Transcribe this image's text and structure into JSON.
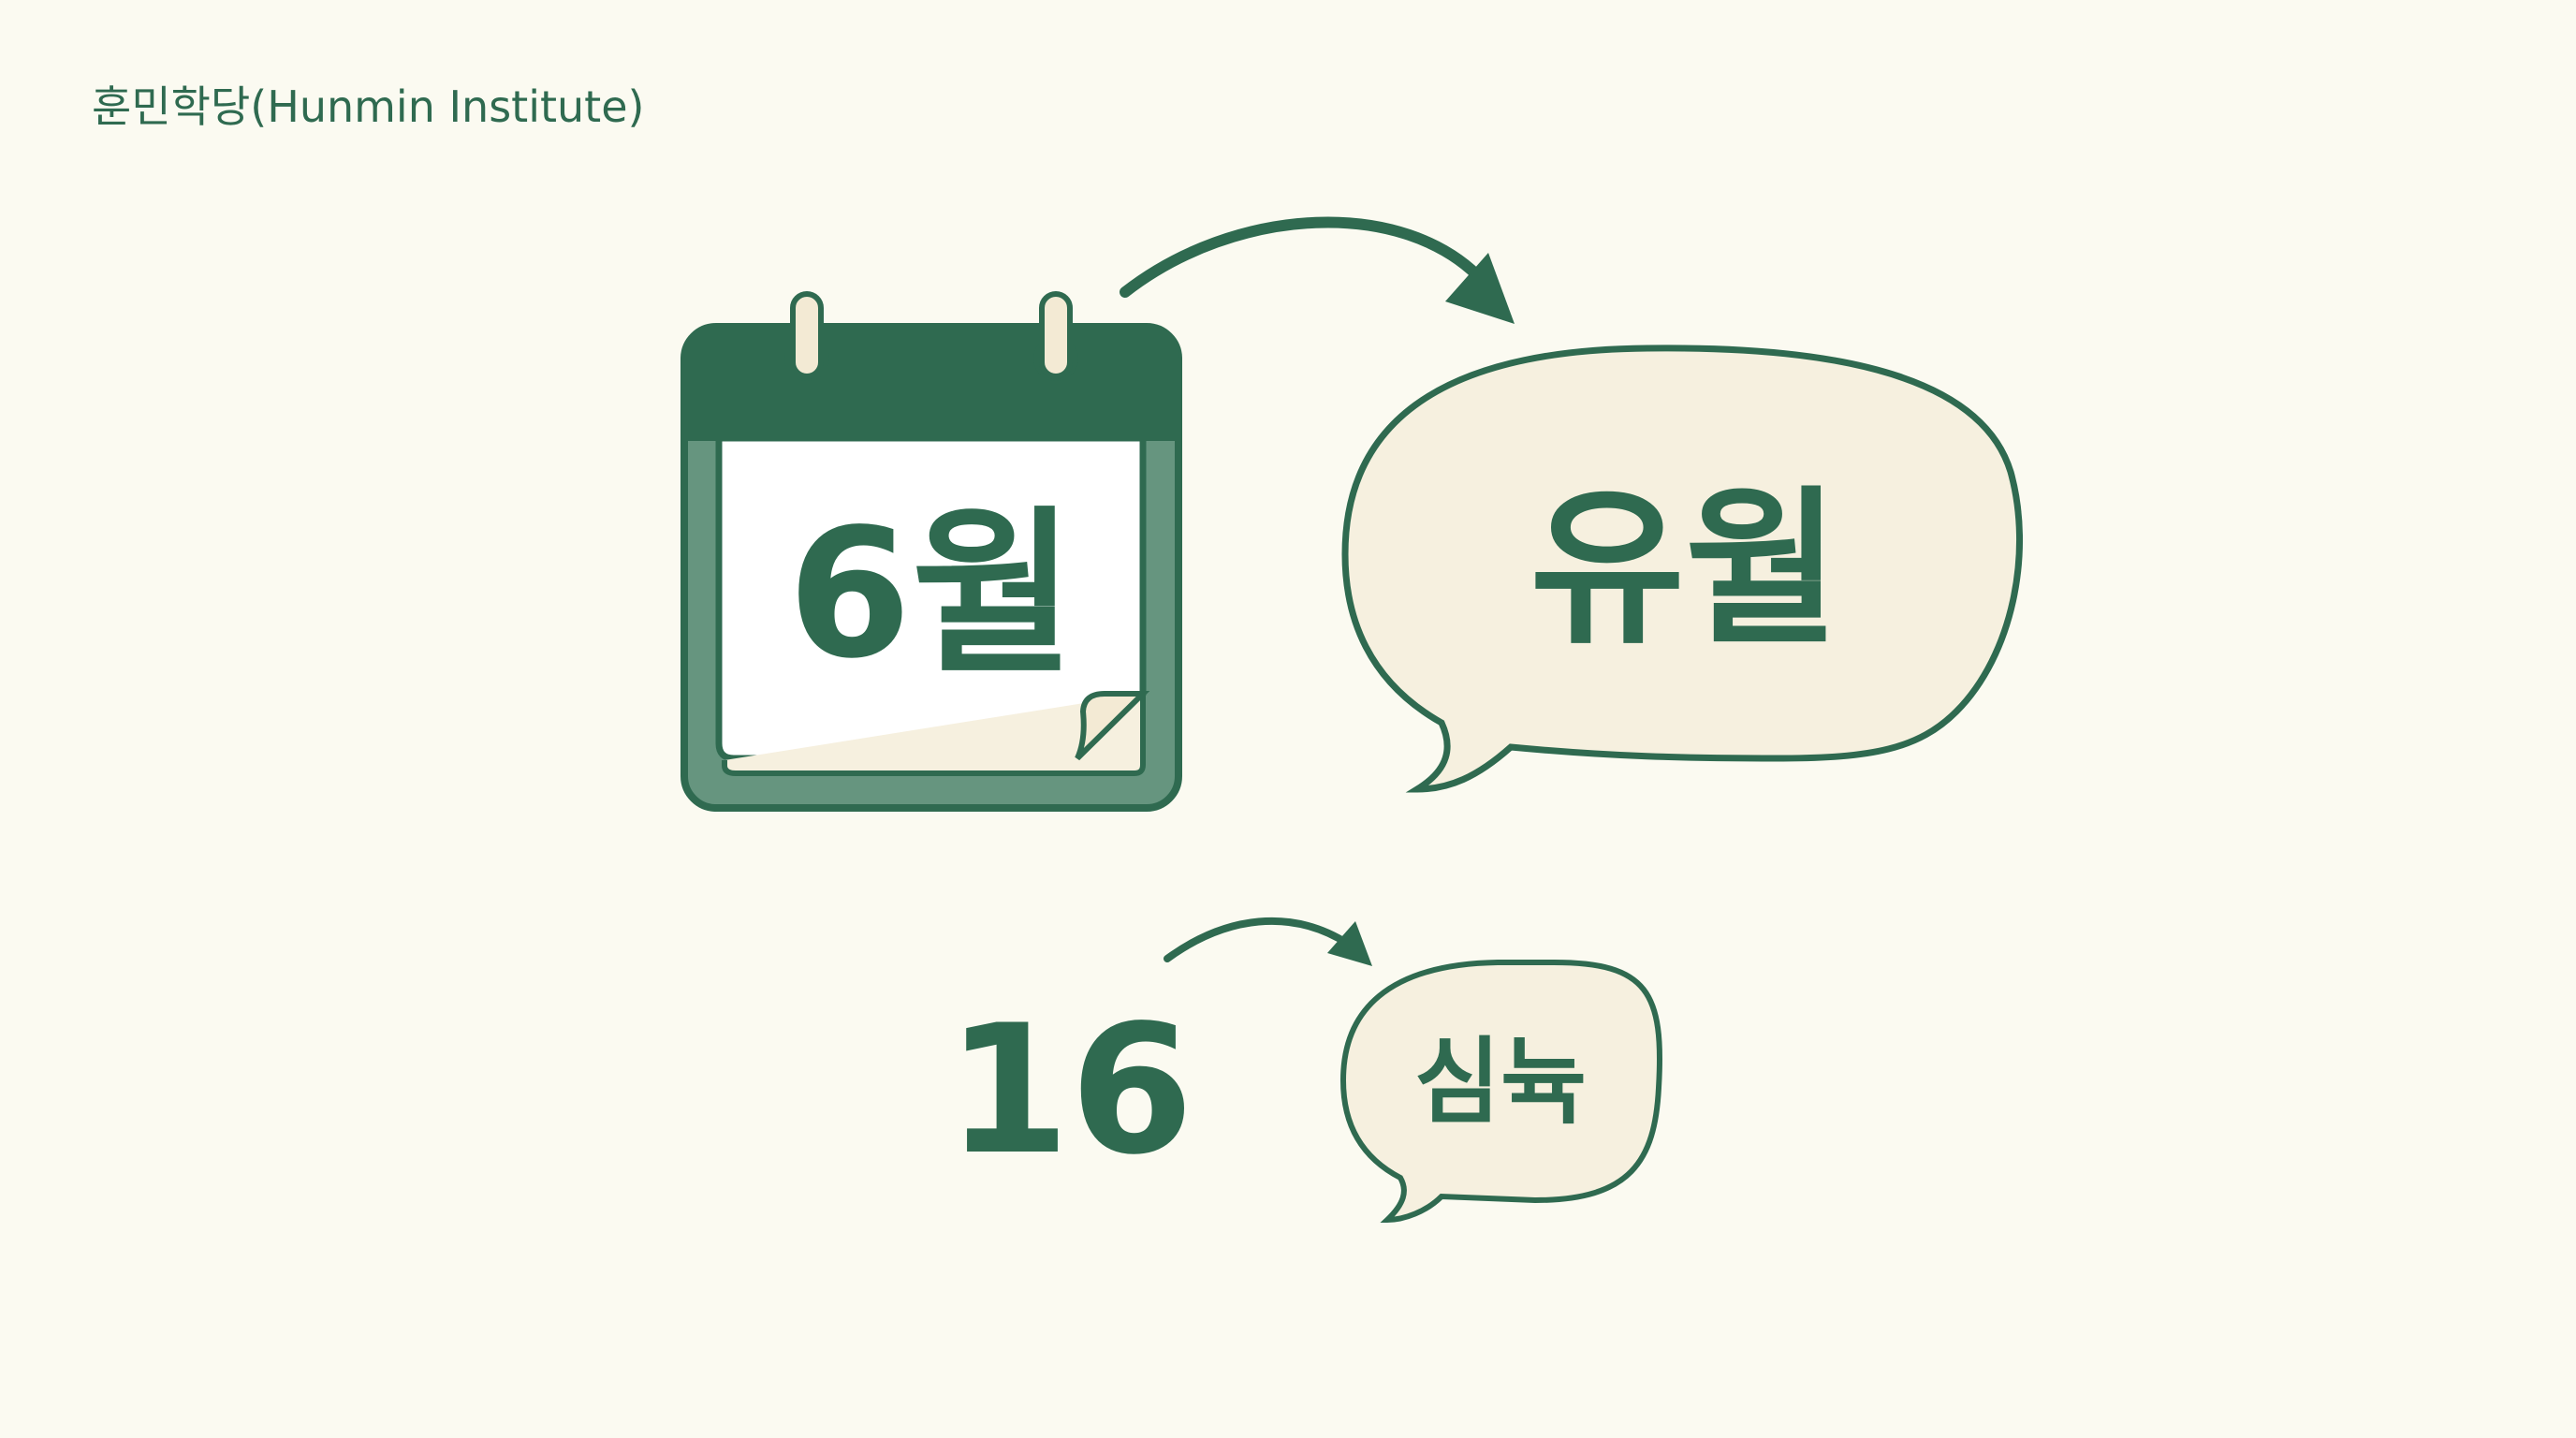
{
  "brand": {
    "label": "훈민학당(Hunmin Institute)"
  },
  "colors": {
    "background": "#fbfaf1",
    "green": "#2f6a50",
    "green_light": "#66957f",
    "paper": "#ffffff",
    "bubble_fill": "#f6f0df",
    "ring_fill": "#f3ead4"
  },
  "examples": [
    {
      "source": "6월",
      "target": "유월",
      "source_style": "calendar",
      "target_style": "speech-bubble"
    },
    {
      "source": "16",
      "target": "심뉵",
      "source_style": "plain-number",
      "target_style": "speech-bubble"
    }
  ]
}
